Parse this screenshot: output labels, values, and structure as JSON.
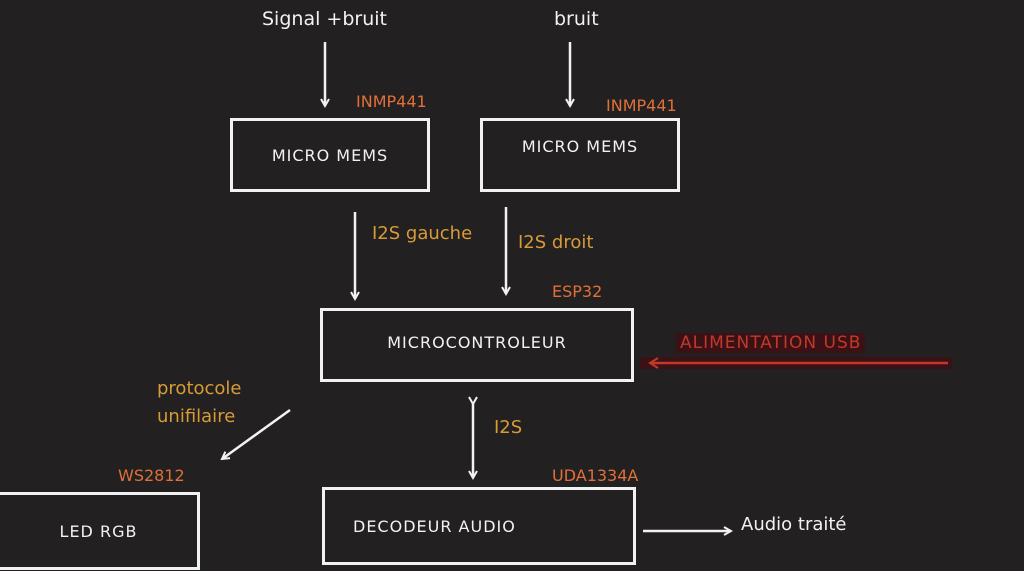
{
  "inputs": {
    "signal_noise": "Signal +bruit",
    "noise": "bruit"
  },
  "components": {
    "mic_left": {
      "label": "MICRO MEMS",
      "part": "INMP441"
    },
    "mic_right": {
      "label": "MICRO MEMS",
      "part": "INMP441"
    },
    "mcu": {
      "label": "MICROCONTROLEUR",
      "part": "ESP32"
    },
    "decoder": {
      "label": "DECODEUR AUDIO",
      "part": "UDA1334A"
    },
    "led": {
      "label": "LED RGB",
      "part": "WS2812"
    }
  },
  "links": {
    "i2s_left": "I2S gauche",
    "i2s_right": "I2S droit",
    "i2s": "I2S",
    "one_wire_line1": "protocole",
    "one_wire_line2": "unifilaire",
    "power": "ALIMENTATION USB",
    "output": "Audio traité"
  },
  "colors": {
    "background": "#222020",
    "box_border": "#f2f2f2",
    "part_label": "#e07038",
    "link_label": "#d89b38",
    "power_label": "#c0392b"
  }
}
